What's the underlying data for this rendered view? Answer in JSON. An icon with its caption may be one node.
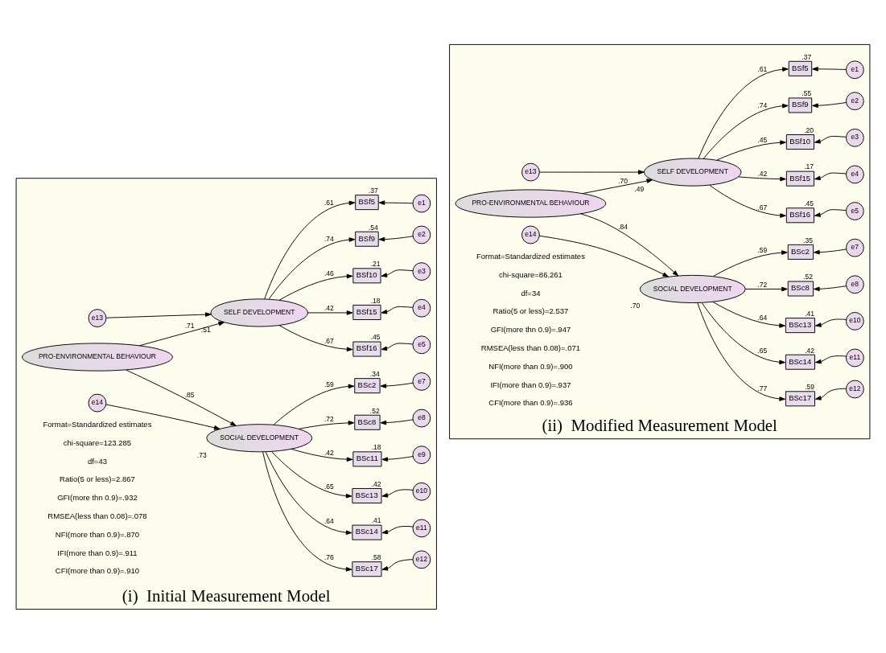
{
  "diagram": {
    "nodes": [
      {
        "text": [
          "(i)  Initial Measurement Model"
        ]
      },
      {
        "text": [
          "PRO-ENVIRONMENTAL BEHAVIOUR"
        ],
        "in": 0
      },
      {
        "text": [
          "SELF DEVELOPMENT"
        ],
        "in": 0,
        "beside": [
          ".51"
        ]
      },
      {
        "text": [
          "SOCIAL DEVELOPMENT"
        ],
        "in": 0,
        "beside": [
          ".73"
        ]
      },
      {
        "text": [
          "e13"
        ],
        "in": 0
      },
      {
        "text": [
          "e14"
        ],
        "in": 0
      },
      {
        "text": [
          "BSf5"
        ],
        "in": 0,
        "beside": [
          ".37"
        ]
      },
      {
        "text": [
          "e1"
        ],
        "in": 0
      },
      {
        "text": [
          "BSf9"
        ],
        "in": 0,
        "beside": [
          ".54"
        ]
      },
      {
        "text": [
          "e2"
        ],
        "in": 0
      },
      {
        "text": [
          "BSf10"
        ],
        "in": 0,
        "beside": [
          ".21"
        ]
      },
      {
        "text": [
          "e3"
        ],
        "in": 0
      },
      {
        "text": [
          "BSf15"
        ],
        "in": 0,
        "beside": [
          ".18"
        ]
      },
      {
        "text": [
          "e4"
        ],
        "in": 0
      },
      {
        "text": [
          "BSf16"
        ],
        "in": 0,
        "beside": [
          ".45"
        ]
      },
      {
        "text": [
          "e5"
        ],
        "in": 0
      },
      {
        "text": [
          "BSc2"
        ],
        "in": 0,
        "beside": [
          ".34"
        ]
      },
      {
        "text": [
          "e7"
        ],
        "in": 0
      },
      {
        "text": [
          "BSc8"
        ],
        "in": 0,
        "beside": [
          ".52"
        ]
      },
      {
        "text": [
          "e8"
        ],
        "in": 0
      },
      {
        "text": [
          "BSc11"
        ],
        "in": 0,
        "beside": [
          ".18"
        ]
      },
      {
        "text": [
          "e9"
        ],
        "in": 0
      },
      {
        "text": [
          "BSc13"
        ],
        "in": 0,
        "beside": [
          ".42"
        ]
      },
      {
        "text": [
          "e10"
        ],
        "in": 0
      },
      {
        "text": [
          "BSc14"
        ],
        "in": 0,
        "beside": [
          ".41"
        ]
      },
      {
        "text": [
          "e11"
        ],
        "in": 0
      },
      {
        "text": [
          "BSc17"
        ],
        "in": 0,
        "beside": [
          ".58"
        ]
      },
      {
        "text": [
          "e12"
        ],
        "in": 0
      },
      {
        "text": [
          "(ii)  Modified Measurement Model"
        ]
      },
      {
        "text": [
          "PRO-ENVIRONMENTAL BEHAVIOUR"
        ],
        "in": 28
      },
      {
        "text": [
          "SELF DEVELOPMENT"
        ],
        "in": 28,
        "beside": [
          ".49"
        ]
      },
      {
        "text": [
          "SOCIAL DEVELOPMENT"
        ],
        "in": 28,
        "beside": [
          ".70"
        ]
      },
      {
        "text": [
          "e13"
        ],
        "in": 28
      },
      {
        "text": [
          "e14"
        ],
        "in": 28
      },
      {
        "text": [
          "BSf5"
        ],
        "in": 28,
        "beside": [
          ".37"
        ]
      },
      {
        "text": [
          "e1"
        ],
        "in": 28
      },
      {
        "text": [
          "BSf9"
        ],
        "in": 28,
        "beside": [
          ".55"
        ]
      },
      {
        "text": [
          "e2"
        ],
        "in": 28
      },
      {
        "text": [
          "BSf10"
        ],
        "in": 28,
        "beside": [
          ".20"
        ]
      },
      {
        "text": [
          "e3"
        ],
        "in": 28
      },
      {
        "text": [
          "BSf15"
        ],
        "in": 28,
        "beside": [
          ".17"
        ]
      },
      {
        "text": [
          "e4"
        ],
        "in": 28
      },
      {
        "text": [
          "BSf16"
        ],
        "in": 28,
        "beside": [
          ".45"
        ]
      },
      {
        "text": [
          "e5"
        ],
        "in": 28
      },
      {
        "text": [
          "BSc2"
        ],
        "in": 28,
        "beside": [
          ".35"
        ]
      },
      {
        "text": [
          "e7"
        ],
        "in": 28
      },
      {
        "text": [
          "BSc8"
        ],
        "in": 28,
        "beside": [
          ".52"
        ]
      },
      {
        "text": [
          "e8"
        ],
        "in": 28
      },
      {
        "text": [
          "BSc13"
        ],
        "in": 28,
        "beside": [
          ".41"
        ]
      },
      {
        "text": [
          "e10"
        ],
        "in": 28
      },
      {
        "text": [
          "BSc14"
        ],
        "in": 28,
        "beside": [
          ".42"
        ]
      },
      {
        "text": [
          "e11"
        ],
        "in": 28
      },
      {
        "text": [
          "BSc17"
        ],
        "in": 28,
        "beside": [
          ".59"
        ]
      },
      {
        "text": [
          "e12"
        ],
        "in": 28
      }
    ],
    "edges": [
      {
        "from": 1,
        "to": 2,
        "arrow": "to",
        "label": ".71"
      },
      {
        "from": 1,
        "to": 3,
        "arrow": "to",
        "label": ".85"
      },
      {
        "from": 4,
        "to": 2,
        "arrow": "to"
      },
      {
        "from": 5,
        "to": 3,
        "arrow": "to"
      },
      {
        "from": 2,
        "to": 6,
        "arrow": "to",
        "label": ".61"
      },
      {
        "from": 2,
        "to": 8,
        "arrow": "to",
        "label": ".74"
      },
      {
        "from": 2,
        "to": 10,
        "arrow": "to",
        "label": ".46"
      },
      {
        "from": 2,
        "to": 12,
        "arrow": "to",
        "label": ".42"
      },
      {
        "from": 2,
        "to": 14,
        "arrow": "to",
        "label": ".67"
      },
      {
        "from": 3,
        "to": 16,
        "arrow": "to",
        "label": ".59"
      },
      {
        "from": 3,
        "to": 18,
        "arrow": "to",
        "label": ".72"
      },
      {
        "from": 3,
        "to": 20,
        "arrow": "to",
        "label": ".42"
      },
      {
        "from": 3,
        "to": 22,
        "arrow": "to",
        "label": ".65"
      },
      {
        "from": 3,
        "to": 24,
        "arrow": "to",
        "label": ".64"
      },
      {
        "from": 3,
        "to": 26,
        "arrow": "to",
        "label": ".76"
      },
      {
        "from": 7,
        "to": 6,
        "arrow": "to"
      },
      {
        "from": 9,
        "to": 8,
        "arrow": "to"
      },
      {
        "from": 11,
        "to": 10,
        "arrow": "to"
      },
      {
        "from": 13,
        "to": 12,
        "arrow": "to"
      },
      {
        "from": 15,
        "to": 14,
        "arrow": "to"
      },
      {
        "from": 17,
        "to": 16,
        "arrow": "to"
      },
      {
        "from": 19,
        "to": 18,
        "arrow": "to"
      },
      {
        "from": 21,
        "to": 20,
        "arrow": "to"
      },
      {
        "from": 23,
        "to": 22,
        "arrow": "to"
      },
      {
        "from": 25,
        "to": 24,
        "arrow": "to"
      },
      {
        "from": 27,
        "to": 26,
        "arrow": "to"
      },
      {
        "from": 29,
        "to": 30,
        "arrow": "to",
        "label": ".70"
      },
      {
        "from": 29,
        "to": 31,
        "arrow": "to",
        "label": ".84"
      },
      {
        "from": 32,
        "to": 30,
        "arrow": "to"
      },
      {
        "from": 33,
        "to": 31,
        "arrow": "to"
      },
      {
        "from": 30,
        "to": 34,
        "arrow": "to",
        "label": ".61"
      },
      {
        "from": 30,
        "to": 36,
        "arrow": "to",
        "label": ".74"
      },
      {
        "from": 30,
        "to": 38,
        "arrow": "to",
        "label": ".45"
      },
      {
        "from": 30,
        "to": 40,
        "arrow": "to",
        "label": ".42"
      },
      {
        "from": 30,
        "to": 42,
        "arrow": "to",
        "label": ".67"
      },
      {
        "from": 31,
        "to": 44,
        "arrow": "to",
        "label": ".59"
      },
      {
        "from": 31,
        "to": 46,
        "arrow": "to",
        "label": ".72"
      },
      {
        "from": 31,
        "to": 48,
        "arrow": "to",
        "label": ".64"
      },
      {
        "from": 31,
        "to": 50,
        "arrow": "to",
        "label": ".65"
      },
      {
        "from": 31,
        "to": 52,
        "arrow": "to",
        "label": ".77"
      },
      {
        "from": 35,
        "to": 34,
        "arrow": "to"
      },
      {
        "from": 37,
        "to": 36,
        "arrow": "to"
      },
      {
        "from": 39,
        "to": 38,
        "arrow": "to"
      },
      {
        "from": 41,
        "to": 40,
        "arrow": "to"
      },
      {
        "from": 43,
        "to": 42,
        "arrow": "to"
      },
      {
        "from": 45,
        "to": 44,
        "arrow": "to"
      },
      {
        "from": 47,
        "to": 46,
        "arrow": "to"
      },
      {
        "from": 49,
        "to": 48,
        "arrow": "to"
      },
      {
        "from": 51,
        "to": 50,
        "arrow": "to"
      },
      {
        "from": 53,
        "to": 52,
        "arrow": "to"
      }
    ],
    "labels": [
      "Format=Standardized estimates",
      "chi-square=123.285",
      "df=43",
      "Ratio(5 or less)=2.867",
      "GFI(more thn 0.9)=.932",
      "RMSEA(less than 0.08)=.078",
      "NFI(more than 0.9)=.870",
      "IFI(more than 0.9)=.911",
      "CFI(more than 0.9)=.910",
      "Format=Standardized estimates",
      "chi-square=86.261",
      "df=34",
      "Ratio(5 or less)=2.537",
      "GFI(more thn 0.9)=.947",
      "RMSEA(less than 0.08)=.071",
      "NFI(more than 0.9)=.900",
      "IFI(more than 0.9)=.937",
      "CFI(more than 0.9)=.936"
    ]
  }
}
